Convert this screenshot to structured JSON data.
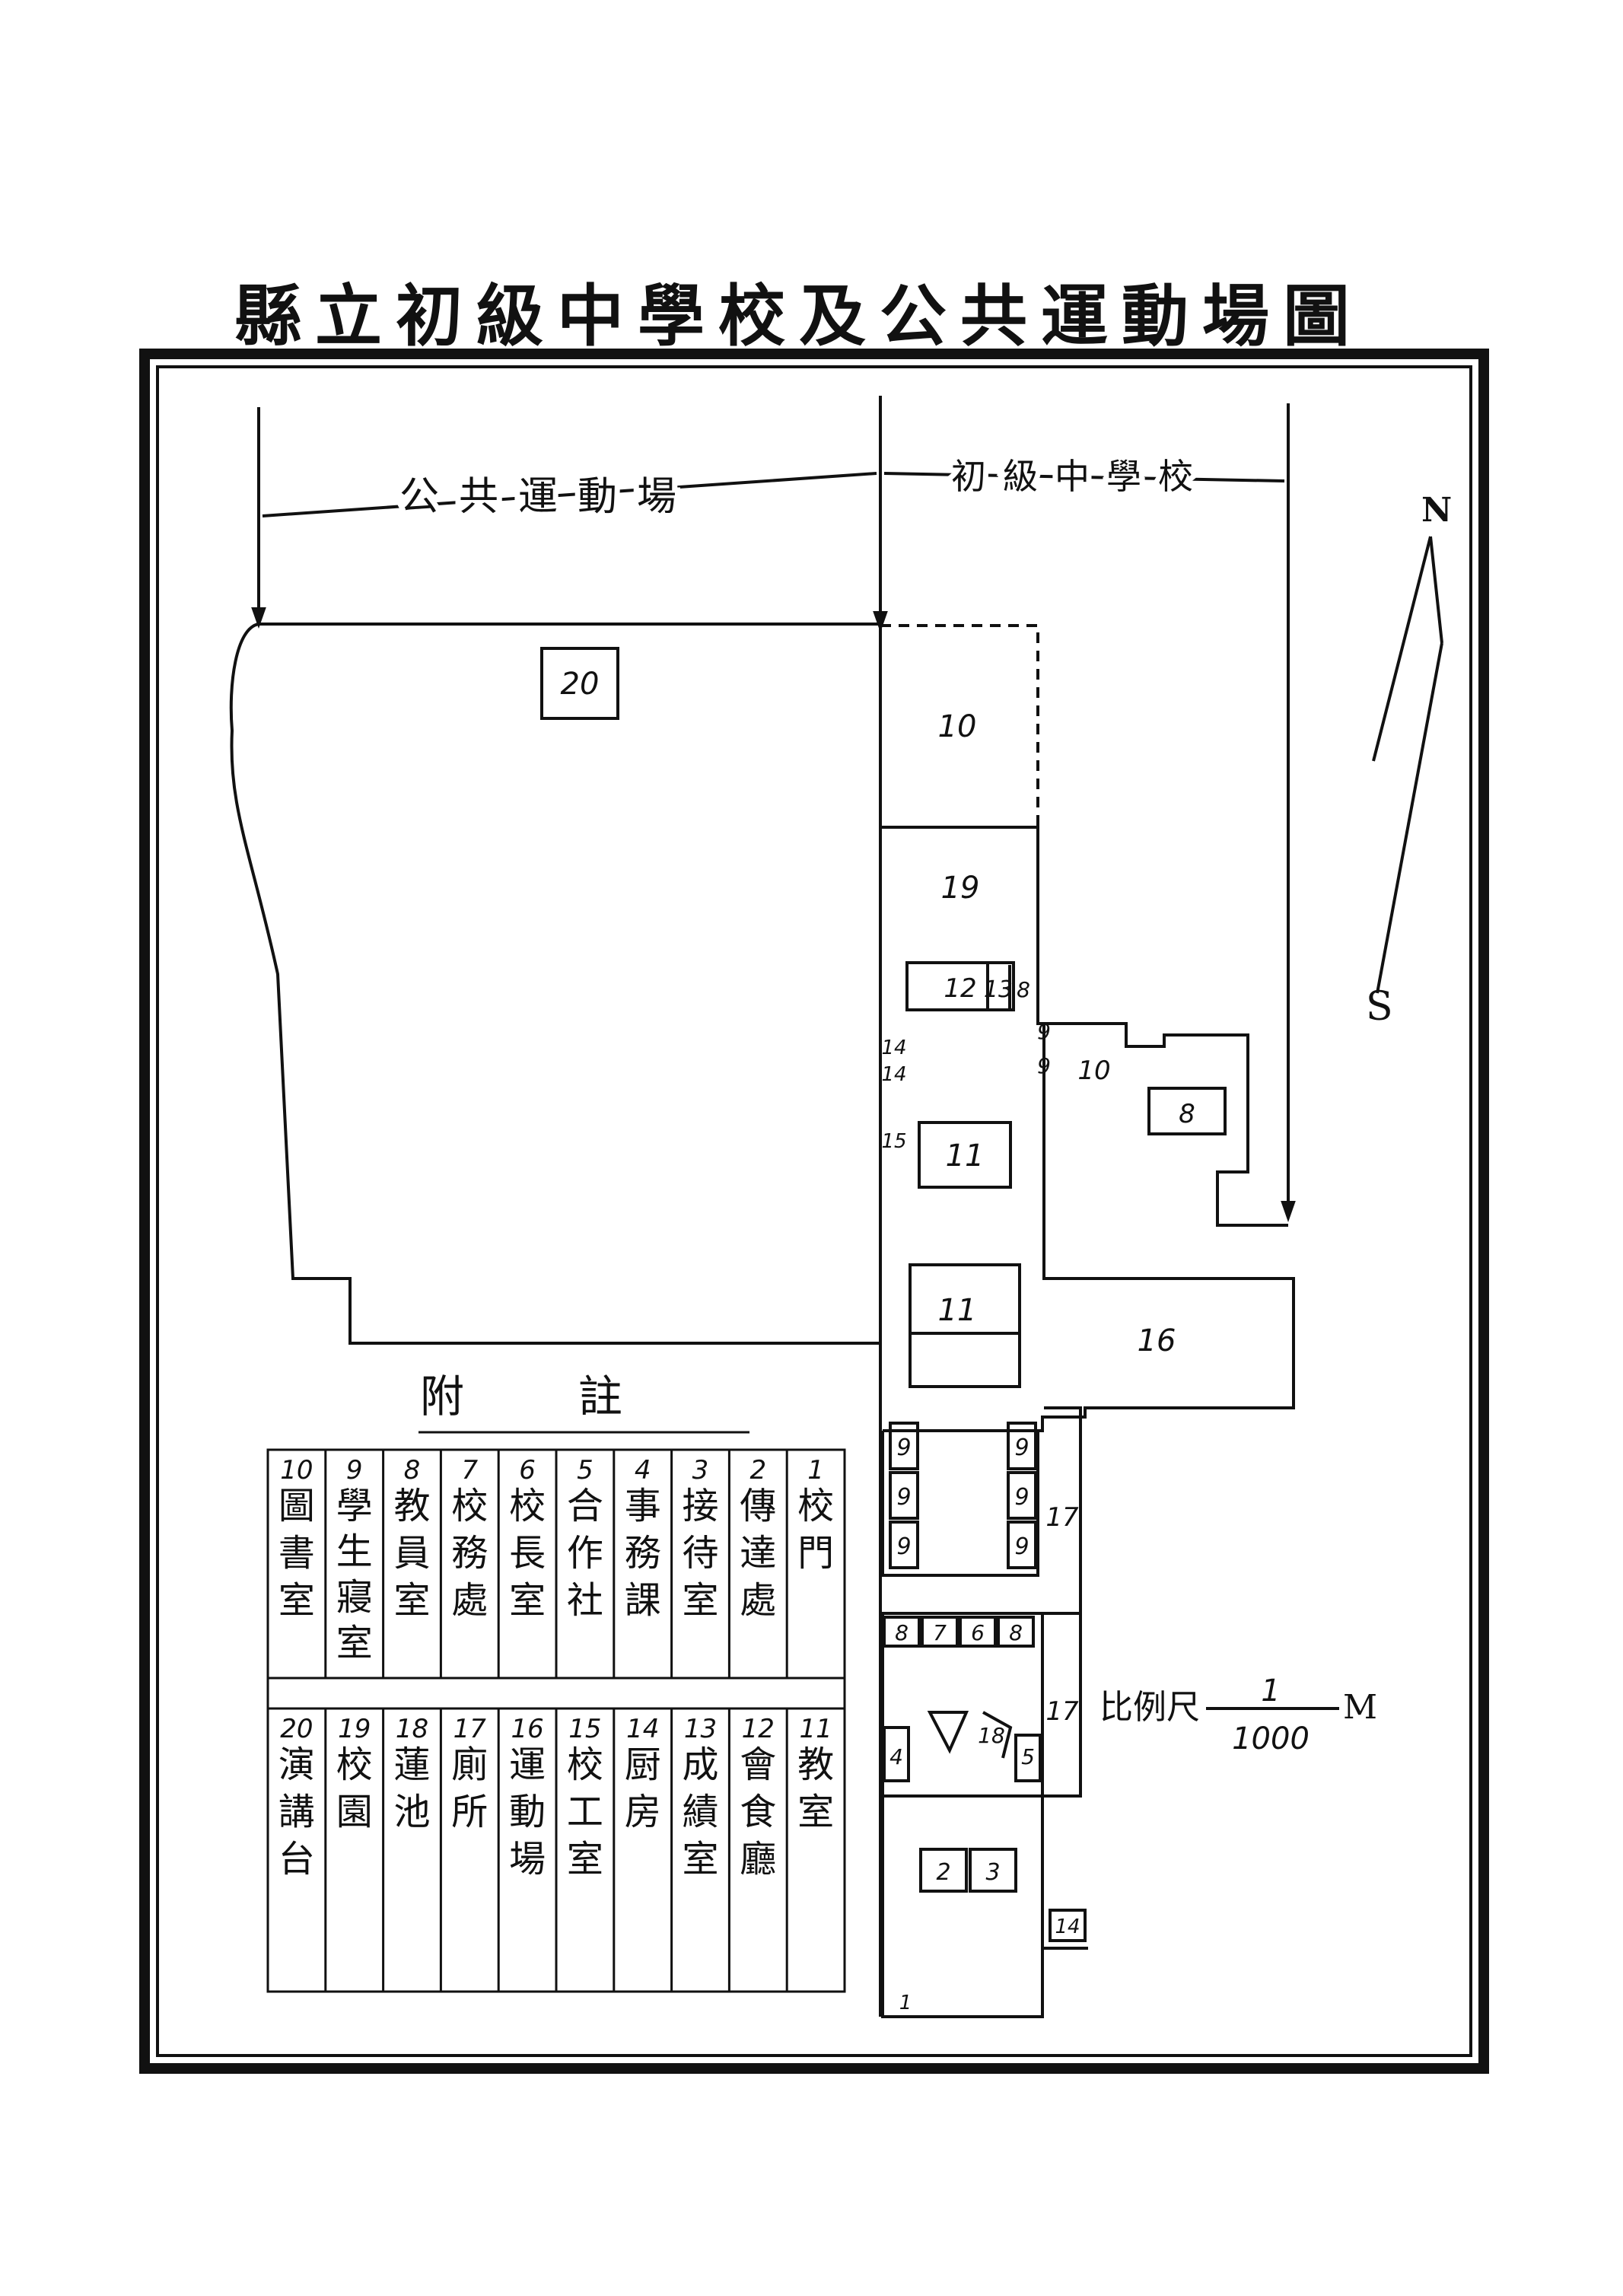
{
  "title": "縣立初級中學校及公共運動場圖",
  "extent_labels": {
    "park": "公共運動場",
    "school": "初級中學校"
  },
  "compass": {
    "north": "N",
    "south": "S"
  },
  "scale": {
    "label": "比例尺",
    "numerator": "1",
    "denominator": "1000",
    "unit": "M"
  },
  "legend_title": "附註",
  "legend": [
    {
      "num": "1",
      "name": "校門"
    },
    {
      "num": "2",
      "name": "傳達處"
    },
    {
      "num": "3",
      "name": "接待室"
    },
    {
      "num": "4",
      "name": "事務課"
    },
    {
      "num": "5",
      "name": "合作社"
    },
    {
      "num": "6",
      "name": "校長室"
    },
    {
      "num": "7",
      "name": "校務處"
    },
    {
      "num": "8",
      "name": "教員室"
    },
    {
      "num": "9",
      "name": "學生寢室"
    },
    {
      "num": "10",
      "name": "圖書室"
    },
    {
      "num": "11",
      "name": "教室"
    },
    {
      "num": "12",
      "name": "會食廳"
    },
    {
      "num": "13",
      "name": "成績室"
    },
    {
      "num": "14",
      "name": "厨房"
    },
    {
      "num": "15",
      "name": "校工室"
    },
    {
      "num": "16",
      "name": "運動場"
    },
    {
      "num": "17",
      "name": "廁所"
    },
    {
      "num": "18",
      "name": "蓮池"
    },
    {
      "num": "19",
      "name": "校園"
    },
    {
      "num": "20",
      "name": "演講台"
    }
  ],
  "plan_labels": {
    "park_stage": "20",
    "library_top": "10",
    "garden": "19",
    "dining": "12",
    "records": "13",
    "teachers_top": "8",
    "kitchen_a": "14",
    "kitchen_b": "14",
    "dorm_east_a": "9",
    "dorm_east_b": "9",
    "library_east": "10",
    "teachers_east": "8",
    "workers": "15",
    "classroom_a": "11",
    "classroom_b": "11",
    "sports": "16",
    "dorm_w1": "9",
    "dorm_w2": "9",
    "dorm_w3": "9",
    "dorm_e1": "9",
    "dorm_e2": "9",
    "dorm_e3": "9",
    "toilet_a": "17",
    "toilet_b": "17",
    "teachers_c": "8",
    "affairs_c": "7",
    "principal_c": "6",
    "teachers_d": "8",
    "office_c": "4",
    "pond": "18",
    "coop_c": "5",
    "reception_2": "2",
    "reception_3": "3",
    "kitchen_c": "14",
    "gate": "1"
  }
}
